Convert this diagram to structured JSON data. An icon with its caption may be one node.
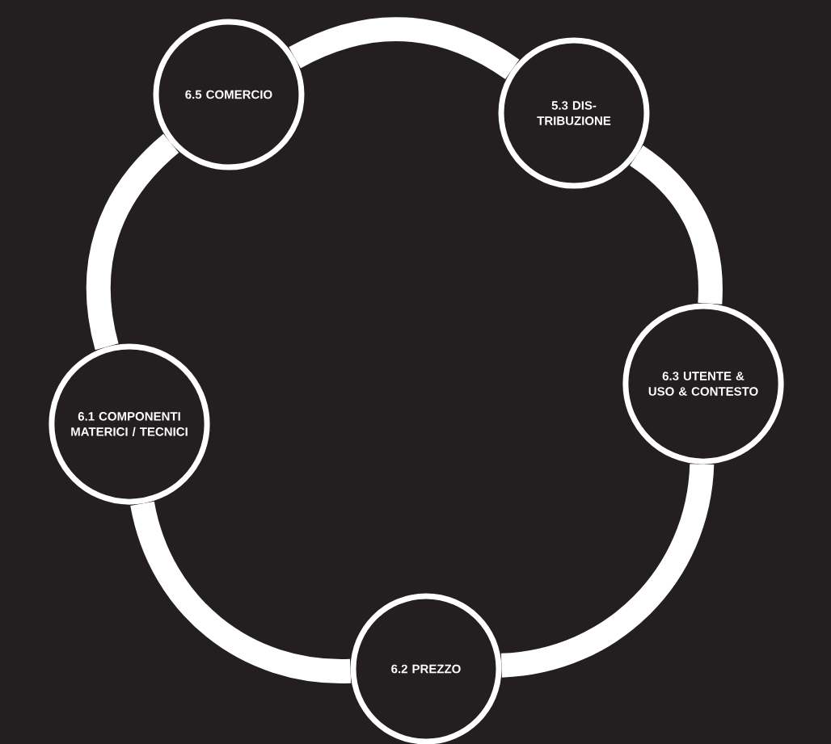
{
  "diagram": {
    "nodes": [
      {
        "text": [
          "6.5 COMERCIO"
        ]
      },
      {
        "text": [
          "5.3 DIS-TRIBUZIONE"
        ]
      },
      {
        "text": [
          "6.3 UTENTE & USO & CONTESTO"
        ]
      },
      {
        "text": [
          "6.1 COMPONENTI MATERICI / TECNICI"
        ]
      },
      {
        "text": [
          "6.2 PREZZO"
        ]
      }
    ],
    "edges": [
      {
        "from": 0,
        "to": 1,
        "arrow": "none"
      },
      {
        "from": 1,
        "to": 2,
        "arrow": "none"
      },
      {
        "from": 2,
        "to": 4,
        "arrow": "none"
      },
      {
        "from": 4,
        "to": 3,
        "arrow": "none"
      },
      {
        "from": 3,
        "to": 0,
        "arrow": "none"
      }
    ]
  }
}
